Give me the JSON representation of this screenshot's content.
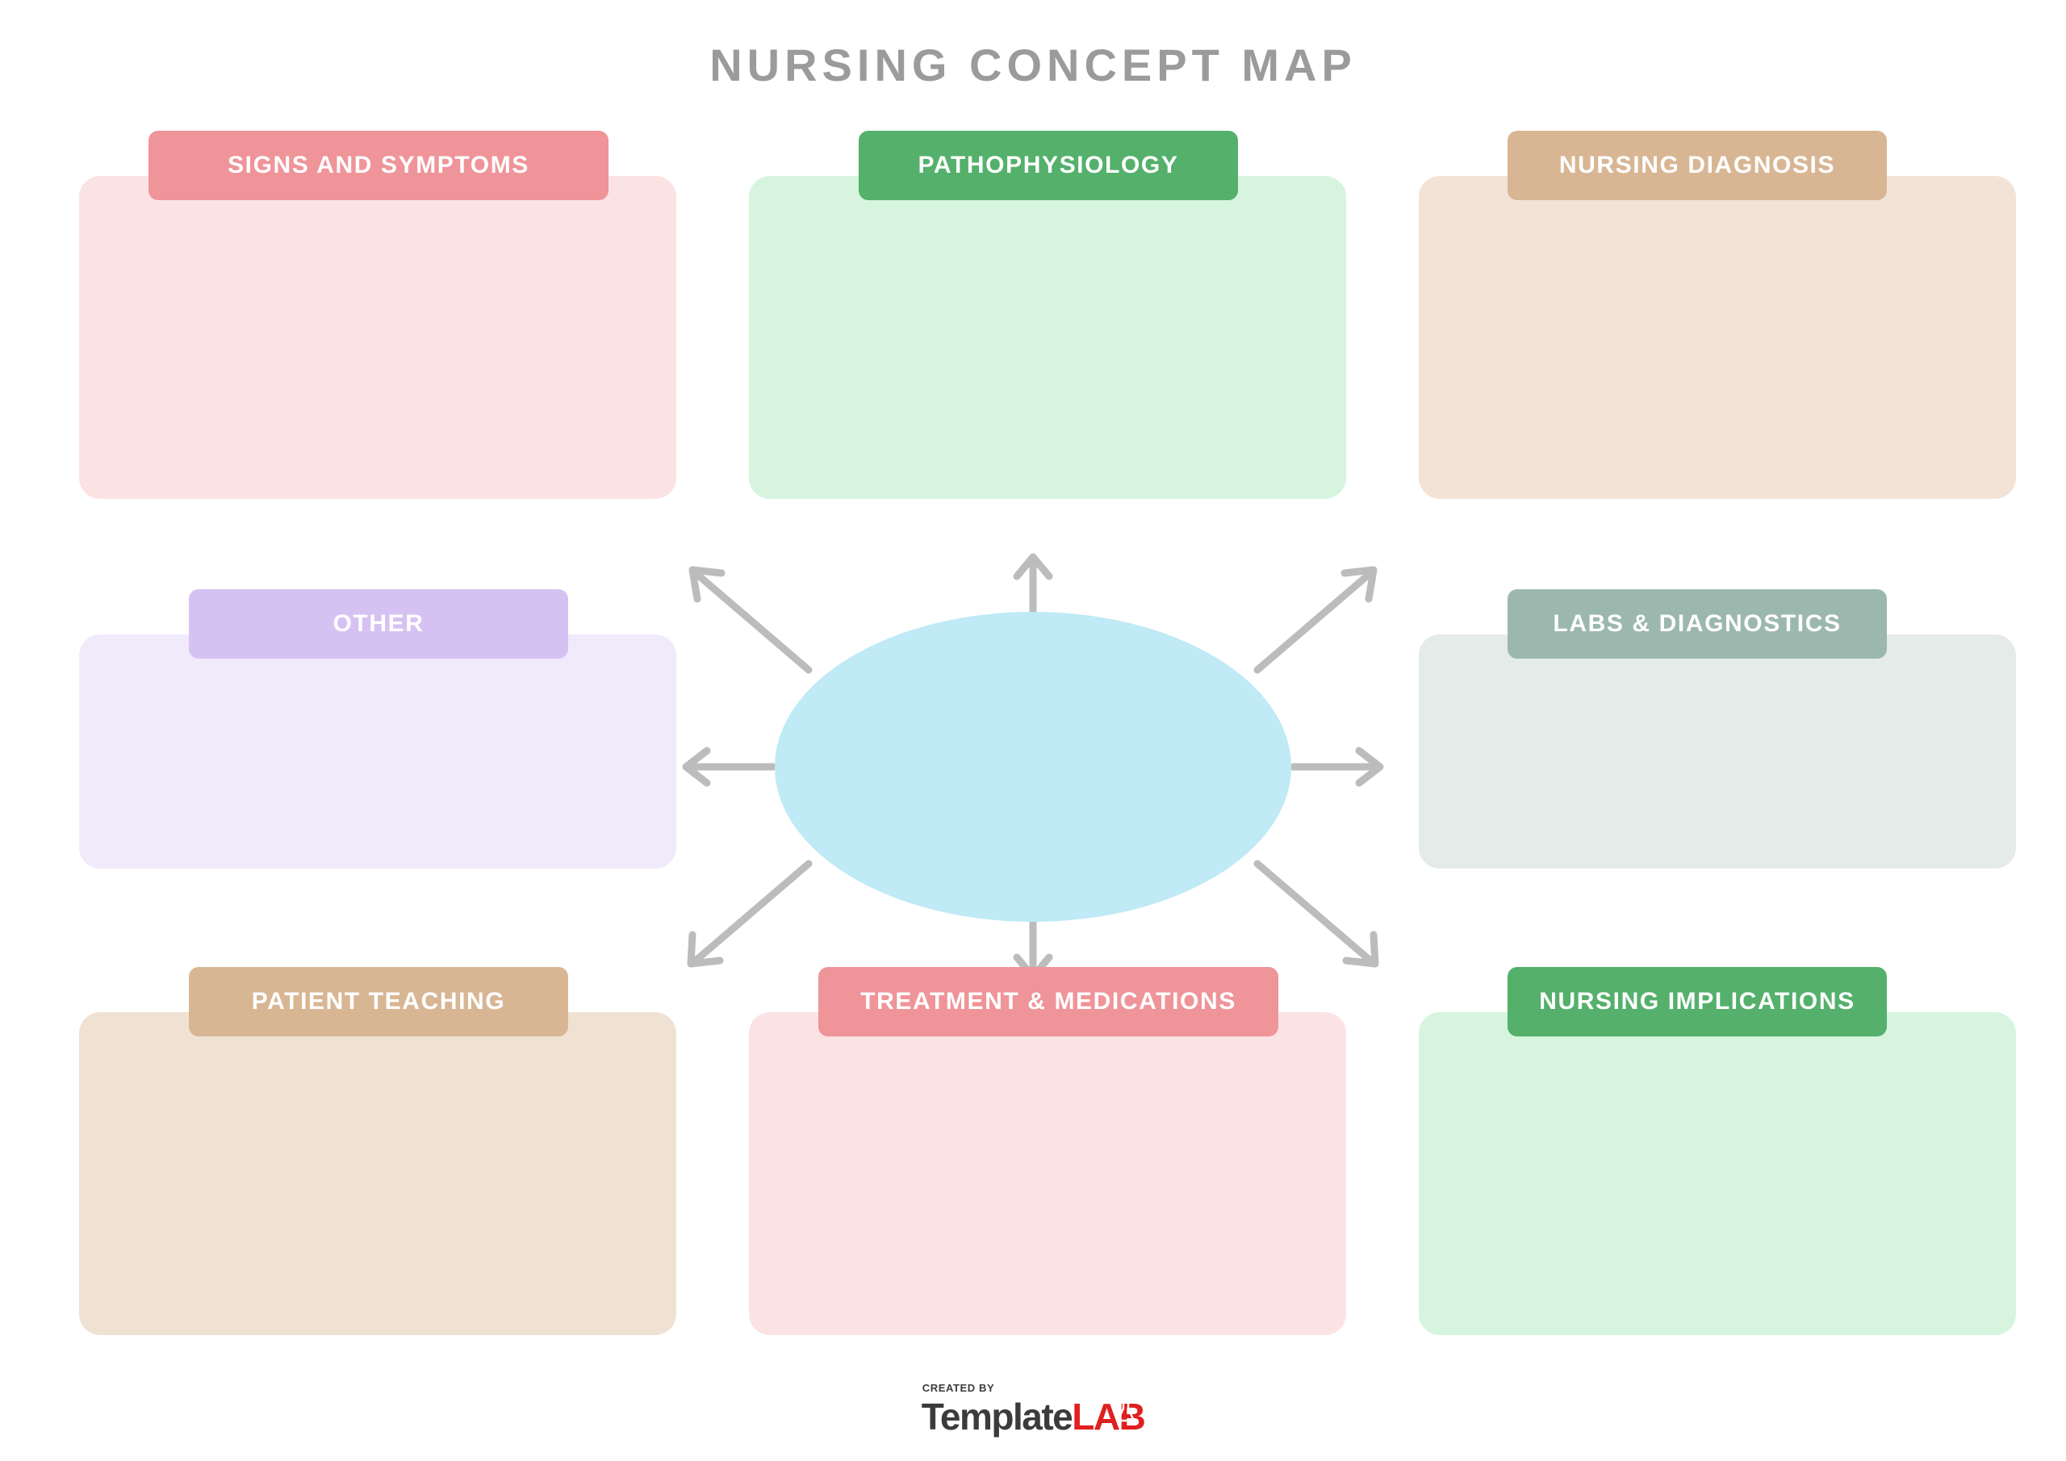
{
  "title": "NURSING CONCEPT MAP",
  "center": {
    "shape": "ellipse",
    "fill": "#bfeaf6",
    "label": ""
  },
  "arrows": {
    "color": "#bcbcbc",
    "count": 8,
    "directions": [
      "up",
      "up-left",
      "up-right",
      "left",
      "right",
      "down-left",
      "down",
      "down-right"
    ]
  },
  "cards": [
    {
      "id": "signs-and-symptoms",
      "label": "SIGNS AND SYMPTOMS",
      "tab_color": "#ef9499",
      "body_color": "#fbe3e4",
      "content": ""
    },
    {
      "id": "pathophysiology",
      "label": "PATHOPHYSIOLOGY",
      "tab_color": "#54b06b",
      "body_color": "#d6f4de",
      "content": ""
    },
    {
      "id": "nursing-diagnosis",
      "label": "NURSING DIAGNOSIS",
      "tab_color": "#d8b694",
      "body_color": "#f3e3d6",
      "content": ""
    },
    {
      "id": "other",
      "label": "OTHER",
      "tab_color": "#d6c2f2",
      "body_color": "#f1eafb",
      "content": ""
    },
    {
      "id": "labs-and-diagnostics",
      "label": "LABS & DIAGNOSTICS",
      "tab_color": "#9cb8ae",
      "body_color": "#e5ebe8",
      "content": ""
    },
    {
      "id": "patient-teaching",
      "label": "PATIENT TEACHING",
      "tab_color": "#d8b694",
      "body_color": "#f0e2d3",
      "content": ""
    },
    {
      "id": "treatment-and-medications",
      "label": "TREATMENT & MEDICATIONS",
      "tab_color": "#ef9499",
      "body_color": "#fbe3e4",
      "content": ""
    },
    {
      "id": "nursing-implications",
      "label": "NURSING IMPLICATIONS",
      "tab_color": "#54b06b",
      "body_color": "#d6f4de",
      "content": ""
    }
  ],
  "footer": {
    "created_by": "CREATED BY",
    "brand_first": "Template",
    "brand_second": "LAB",
    "brand_first_color": "#3b3b3b",
    "brand_second_color": "#e02020"
  }
}
